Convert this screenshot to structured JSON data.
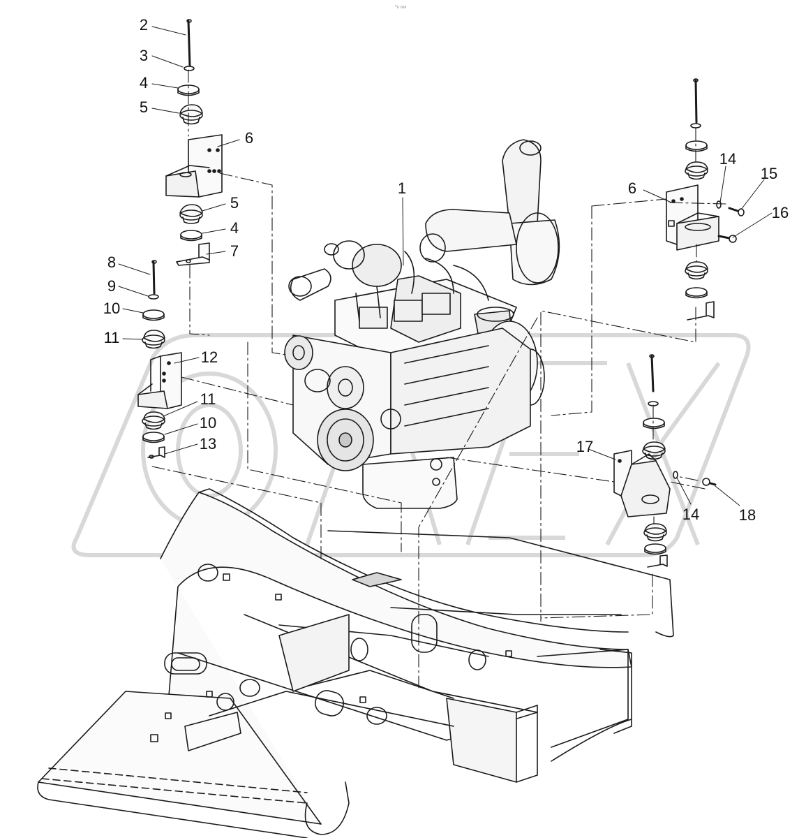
{
  "header": {
    "tiny_caption": "⁰₀ ₀₀₀"
  },
  "watermark": {
    "text": "OREX"
  },
  "callouts": [
    {
      "id": "c2",
      "label": "2"
    },
    {
      "id": "c3",
      "label": "3"
    },
    {
      "id": "c4a",
      "label": "4"
    },
    {
      "id": "c5a",
      "label": "5"
    },
    {
      "id": "c6a",
      "label": "6"
    },
    {
      "id": "c5b",
      "label": "5"
    },
    {
      "id": "c4b",
      "label": "4"
    },
    {
      "id": "c7",
      "label": "7"
    },
    {
      "id": "c8",
      "label": "8"
    },
    {
      "id": "c9",
      "label": "9"
    },
    {
      "id": "c10a",
      "label": "10"
    },
    {
      "id": "c11a",
      "label": "11"
    },
    {
      "id": "c12",
      "label": "12"
    },
    {
      "id": "c11b",
      "label": "11"
    },
    {
      "id": "c10b",
      "label": "10"
    },
    {
      "id": "c13",
      "label": "13"
    },
    {
      "id": "c1",
      "label": "1"
    },
    {
      "id": "c6b",
      "label": "6"
    },
    {
      "id": "c14a",
      "label": "14"
    },
    {
      "id": "c15",
      "label": "15"
    },
    {
      "id": "c16",
      "label": "16"
    },
    {
      "id": "c17",
      "label": "17"
    },
    {
      "id": "c14b",
      "label": "14"
    },
    {
      "id": "c18",
      "label": "18"
    }
  ],
  "colors": {
    "line": "#1a1a1a",
    "watermark": "#d8d8d8",
    "fill_light": "#f2f2f2",
    "fill_mid": "#d6d6d6"
  }
}
